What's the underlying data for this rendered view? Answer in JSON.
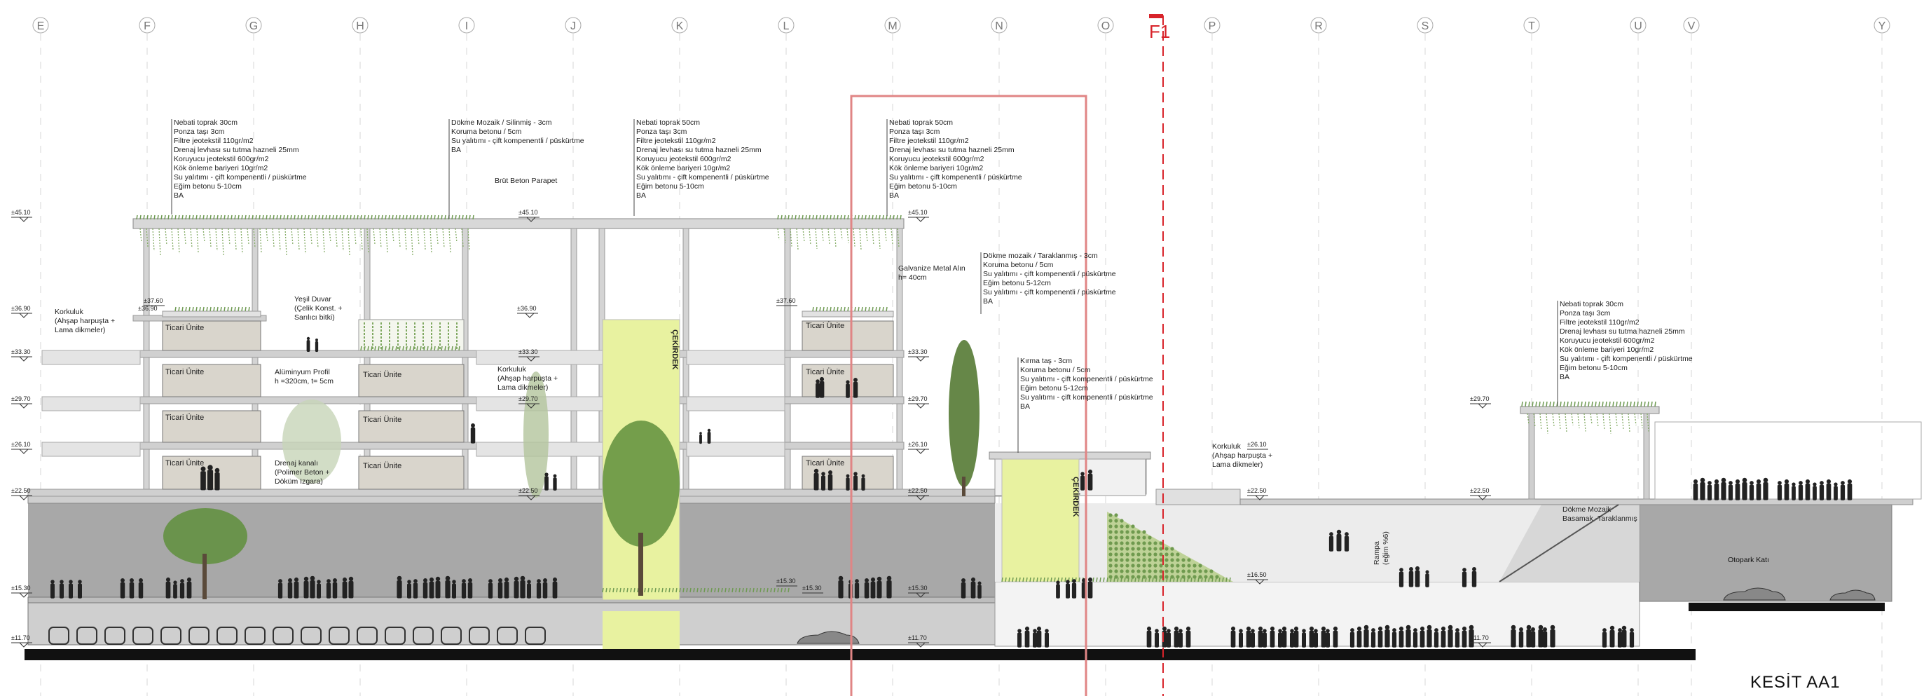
{
  "title": "KESİT AA1",
  "section_marker": "F1",
  "grid_axes": [
    "E",
    "F",
    "G",
    "H",
    "I",
    "J",
    "K",
    "L",
    "M",
    "N",
    "O",
    "P",
    "R",
    "S",
    "T",
    "U",
    "V",
    "Y"
  ],
  "levels": {
    "l4510a": "±45.10",
    "l4510b": "±45.10",
    "l4510c": "±45.10",
    "l3690a": "±36.90",
    "l3760a": "±37.60",
    "l3690b": "±36.90",
    "l3690c": "±36.90",
    "l3760b": "±37.60",
    "l3330a": "±33.30",
    "l3330b": "±33.30",
    "l3330c": "±33.30",
    "l2970a": "±29.70",
    "l2970b": "±29.70",
    "l2970c": "±29.70",
    "l2970d": "±29.70",
    "l2610a": "±26.10",
    "l2610b": "±26.10",
    "l2610c": "±26.10",
    "l2250a": "±22.50",
    "l2250b": "±22.50",
    "l2250c": "±22.50",
    "l2250d": "±22.50",
    "l2250e": "±22.50",
    "l1530a": "±15.30",
    "l1530b": "±15.30",
    "l1530c": "±15.30",
    "l1530d": "±15.30",
    "l1650": "±16.50",
    "l1170a": "±11.70",
    "l1170b": "±11.70",
    "l1170c": "±11.70"
  },
  "notes": {
    "roof1": [
      "Nebati toprak 30cm",
      "Ponza taşı 3cm",
      "Filtre jeotekstil 110gr/m2",
      "Drenaj levhası su tutma hazneli 25mm",
      "Koruyucu jeotekstil 600gr/m2",
      "Kök önleme bariyeri 10gr/m2",
      "Su yalıtımı - çift kompenentli / püskürtme",
      "Eğim betonu 5-10cm",
      "BA"
    ],
    "roof2": [
      "Dökme Mozaik / Silinmiş - 3cm",
      "Koruma betonu / 5cm",
      "Su yalıtımı - çift kompenentli / püskürtme",
      "BA"
    ],
    "roof3": [
      "Nebati toprak 50cm",
      "Ponza taşı 3cm",
      "Filtre jeotekstil 110gr/m2",
      "Drenaj levhası su tutma hazneli 25mm",
      "Koruyucu jeotekstil 600gr/m2",
      "Kök önleme bariyeri 10gr/m2",
      "Su yalıtımı - çift kompenentli / püskürtme",
      "Eğim betonu 5-10cm",
      "BA"
    ],
    "roof4": [
      "Nebati toprak 50cm",
      "Ponza taşı 3cm",
      "Filtre jeotekstil 110gr/m2",
      "Drenaj levhası su tutma hazneli 25mm",
      "Koruyucu jeotekstil 600gr/m2",
      "Kök önleme bariyeri 10gr/m2",
      "Su yalıtımı - çift kompenentli / püskürtme",
      "Eğim betonu 5-10cm",
      "BA"
    ],
    "floor5": [
      "Dökme mozaik / Taraklanmış - 3cm",
      "Koruma betonu / 5cm",
      "Su yalıtımı - çift kompenentli / püskürtme",
      "Eğim betonu 5-12cm",
      "Su yalıtımı - çift kompenentli / püskürtme",
      "BA"
    ],
    "floor6": [
      "Kırma taş - 3cm",
      "Koruma betonu / 5cm",
      "Su yalıtımı - çift kompenentli / püskürtme",
      "Eğim betonu 5-12cm",
      "Su yalıtımı - çift kompenentli / püskürtme",
      "BA"
    ],
    "roof7": [
      "Nebati toprak 30cm",
      "Ponza taşı 3cm",
      "Filtre jeotekstil 110gr/m2",
      "Drenaj levhası su tutma hazneli 25mm",
      "Koruyucu jeotekstil 600gr/m2",
      "Kök önleme bariyeri 10gr/m2",
      "Su yalıtımı - çift kompenentli / püskürtme",
      "Eğim betonu 5-10cm",
      "BA"
    ],
    "parapet": "Brüt Beton Parapet",
    "galv": [
      "Galvanize Metal Alın",
      "h= 40cm"
    ],
    "korkuluk1": [
      "Korkuluk",
      "(Ahşap harpuşta +",
      "Lama dikmeler)"
    ],
    "korkuluk2": [
      "Korkuluk",
      "(Ahşap harpuşta +",
      "Lama dikmeler)"
    ],
    "korkuluk3": [
      "Korkuluk",
      "(Ahşap harpuşta +",
      "Lama dikmeler)"
    ],
    "yesil": [
      "Yeşil Duvar",
      "(Çelik Konst. +",
      "Sarılıcı bitki)"
    ],
    "alum": [
      "Alüminyum Profil",
      "h =320cm, t= 5cm"
    ],
    "drenaj": [
      "Drenaj kanalı",
      "(Polimer Beton +",
      "Döküm Izgara)"
    ],
    "mozaik": [
      "Dökme Mozaik",
      "Basamak -Taraklanmış"
    ],
    "rampa": [
      "Rampa",
      "(eğim %6)"
    ],
    "otopark": "Otopark Katı"
  },
  "units": {
    "u1": "Ticari Ünite",
    "u2": "Ticari Ünite",
    "u3": "Ticari Ünite",
    "u4": "Ticari Ünite",
    "u5": "Ticari Ünite",
    "u6": "Ticari Ünite",
    "u7": "Ticari Ünite",
    "u8": "Ticari Ünite",
    "u9": "Ticari Ünite",
    "u10": "Ticari Ünite"
  },
  "cores": {
    "c1": "ÇEKİRDEK",
    "c2": "ÇEKİRDEK"
  },
  "colors": {
    "core": "#e8f2a0",
    "slab": "#cfcfcf",
    "basement": "#a9a9a9",
    "unit": "#d9d5cc",
    "ground": "#111111",
    "marker": "#d8232a",
    "plant": "#7fa860"
  }
}
